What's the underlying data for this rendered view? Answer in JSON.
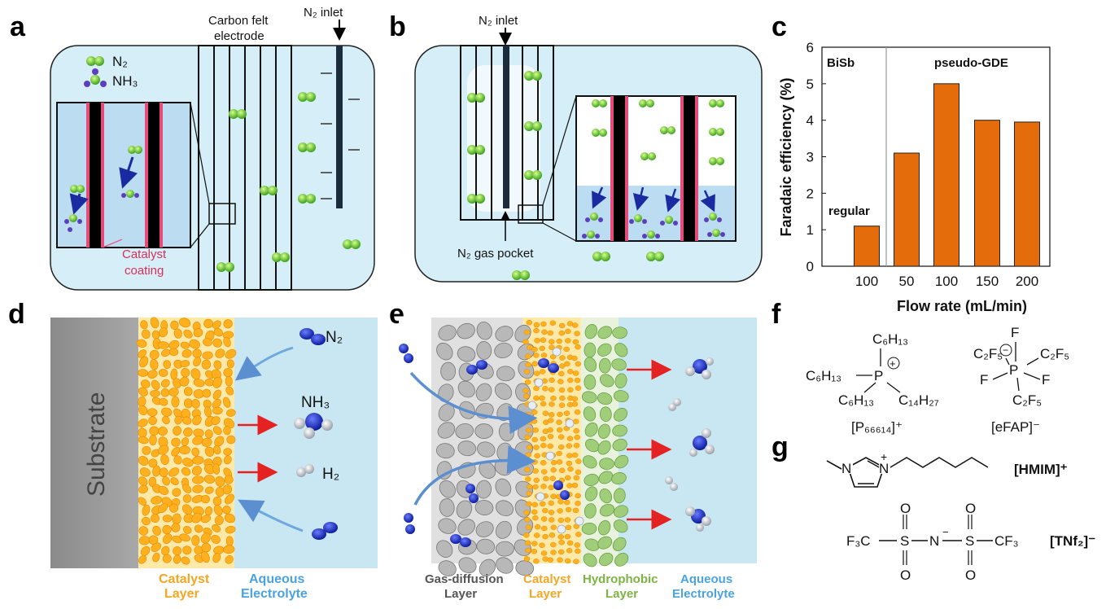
{
  "panels": {
    "a": {
      "letter": "a",
      "legend": {
        "n2": "N₂",
        "nh3": "NH₃"
      },
      "electrode_label": [
        "Carbon felt",
        "electrode"
      ],
      "inlet_label": "N₂ inlet",
      "catalyst_label": [
        "Catalyst",
        "coating"
      ]
    },
    "b": {
      "letter": "b",
      "inlet_label": "N₂ inlet",
      "pocket_label": "N₂ gas pocket"
    },
    "c": {
      "letter": "c"
    },
    "d": {
      "letter": "d",
      "substrate_label": "Substrate",
      "n2_label": "N₂",
      "nh3_label": "NH₃",
      "h2_label": "H₂",
      "catalyst_label": [
        "Catalyst",
        "Layer"
      ],
      "electrolyte_label": [
        "Aqueous",
        "Electrolyte"
      ]
    },
    "e": {
      "letter": "e",
      "gdl_label": [
        "Gas-diffusion",
        "Layer"
      ],
      "catalyst_label": [
        "Catalyst",
        "Layer"
      ],
      "hydrophobic_label": [
        "Hydrophobic",
        "Layer"
      ],
      "electrolyte_label": [
        "Aqueous",
        "Electrolyte"
      ]
    },
    "f": {
      "letter": "f",
      "cation_name": "[P₆₆₆₁₄]⁺",
      "anion_name": "[eFAP]⁻",
      "cation_groups": {
        "top": "C₆H₁₃",
        "left": "C₆H₁₃",
        "bottom": "C₆H₁₃",
        "right": "C₁₄H₂₇",
        "center": "P"
      },
      "anion_groups": {
        "top": "F",
        "left": "C₂F₅",
        "right": "C₂F₅",
        "left2": "F",
        "right2": "F",
        "bottom": "C₂F₅",
        "center": "P"
      }
    },
    "g": {
      "letter": "g",
      "hmim_label": "[HMIM]⁺",
      "tnf2_label": "[TNf₂]⁻",
      "tnf2_formula": [
        "F₃C",
        "S",
        "N",
        "S",
        "CF₃"
      ],
      "atoms": {
        "n1": "N",
        "n2": "N",
        "o": "O"
      }
    }
  },
  "colors": {
    "orange_bar": "#e46c0a",
    "electrolyte_blue": "#c9e6f3",
    "catalyst_orange": "#ffb01f",
    "label_orange": "#f5a623",
    "label_blue": "#4aa3e0",
    "label_green": "#7cb342",
    "label_gray": "#555555",
    "catalyst_pink": "#e84a7a"
  },
  "chart_data": {
    "type": "bar",
    "categories": [
      "100",
      "50",
      "100",
      "150",
      "200"
    ],
    "values": [
      1.1,
      3.1,
      5.0,
      4.0,
      3.95
    ],
    "group_labels": [
      "BiSb",
      "pseudo-GDE"
    ],
    "bar_annotation": "regular",
    "xlabel": "Flow rate (mL/min)",
    "ylabel": "Faradaic efficiency (%)",
    "ylim": [
      0,
      6
    ],
    "yticks": [
      "0",
      "1",
      "2",
      "3",
      "4",
      "5",
      "6"
    ],
    "grid": false
  }
}
